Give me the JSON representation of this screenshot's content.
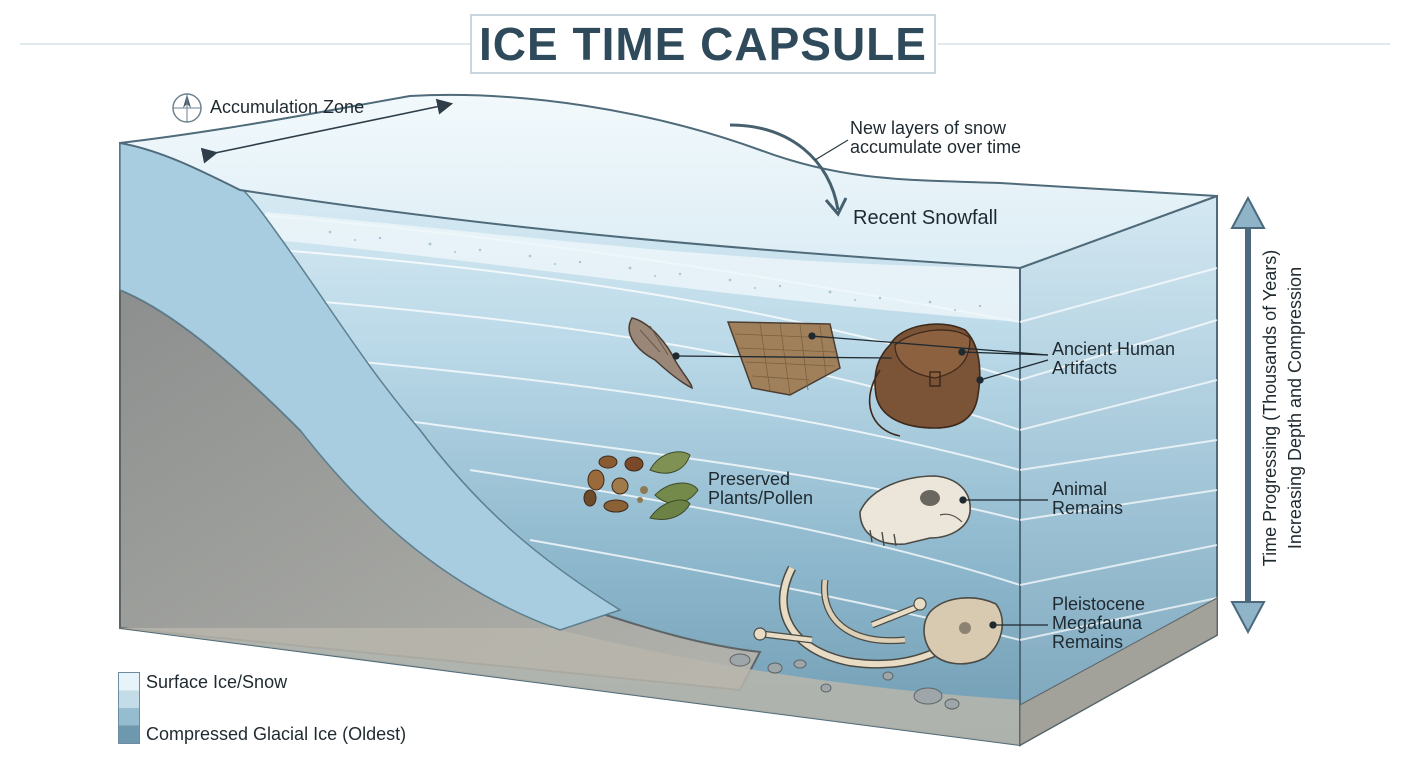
{
  "title": "ICE TIME CAPSULE",
  "labels": {
    "accumulation_zone": "Accumulation Zone",
    "new_layers_line1": "New layers of snow",
    "new_layers_line2": "accumulate over time",
    "recent_snowfall": "Recent Snowfall",
    "artifacts_line1": "Ancient Human",
    "artifacts_line2": "Artifacts",
    "plants_line1": "Preserved",
    "plants_line2": "Plants/Pollen",
    "animal_line1": "Animal",
    "animal_line2": "Remains",
    "megafauna_line1": "Pleistocene",
    "megafauna_line2": "Megafauna",
    "megafauna_line3": "Remains",
    "axis_line1": "Time Progressing (Thousands of Years)",
    "axis_line2": "Increasing Depth and Compression"
  },
  "legend": {
    "top": "Surface Ice/Snow",
    "bottom": "Compressed Glacial Ice (Oldest)"
  },
  "colors": {
    "title": "#2f4a5a",
    "surface_ice": "#e6f3f9",
    "deep_ice": "#6d98ae",
    "rock": "#8a8d8c",
    "leader_line": "#1f2a30"
  }
}
